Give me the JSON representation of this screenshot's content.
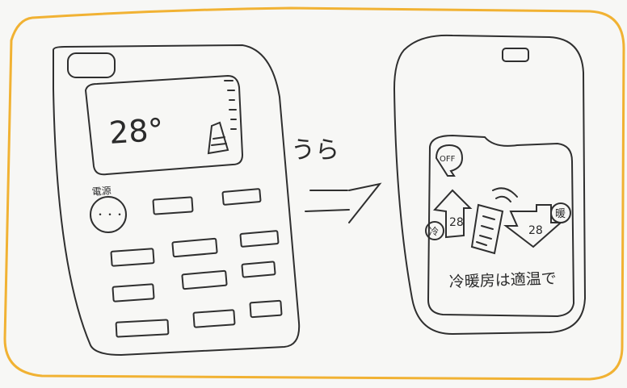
{
  "colors": {
    "frame": "#f1b233",
    "ink": "#2f2f2f",
    "paper": "#f7f7f5"
  },
  "left_phone": {
    "temperature": "28°",
    "power_label": "電源",
    "power_dots": "・・・"
  },
  "transition": {
    "back_label": "うら",
    "arrow_mark": "ニ"
  },
  "right_phone": {
    "off_label": "OFF",
    "heat_badge": "暖",
    "cool_badge": "冷",
    "heat_temp": "28",
    "cool_temp": "28",
    "caption": "冷暖房は適温で"
  },
  "icons": [
    "thermometer-icon",
    "remote-icon",
    "wave-icon",
    "up-arrow-icon",
    "down-arrow-icon"
  ]
}
